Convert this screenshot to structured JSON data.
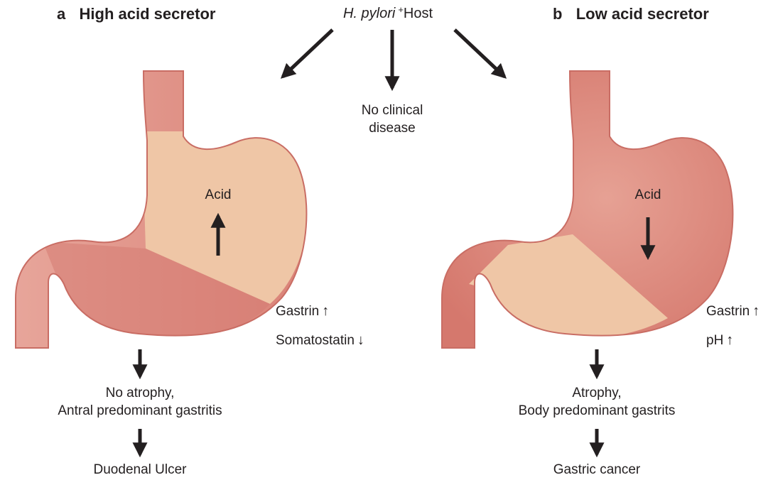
{
  "header": {
    "panel_a_letter": "a",
    "panel_a_title": "High acid secretor",
    "host_italic": "H. pylori",
    "host_sup": "+",
    "host_text": "Host",
    "panel_b_letter": "b",
    "panel_b_title": "Low acid secretor"
  },
  "center": {
    "line1": "No clinical",
    "line2": "disease"
  },
  "panel_a": {
    "acid_label": "Acid",
    "acid_direction": "up",
    "gastrin_label": "Gastrin",
    "gastrin_direction": "up",
    "somatostatin_label": "Somatostatin",
    "somatostatin_direction": "down",
    "outcome1_line1": "No atrophy,",
    "outcome1_line2": "Antral predominant gastritis",
    "outcome2": "Duodenal Ulcer"
  },
  "panel_b": {
    "acid_label": "Acid",
    "acid_direction": "down",
    "gastrin_label": "Gastrin",
    "gastrin_direction": "up",
    "ph_label": "pH",
    "ph_direction": "up",
    "outcome1_line1": "Atrophy,",
    "outcome1_line2": "Body predominant gastrits",
    "outcome2": "Gastric cancer"
  },
  "colors": {
    "stomach_dark": "#d9837a",
    "stomach_mid": "#e3988f",
    "stomach_light": "#efc7a8",
    "outline": "#c86f66",
    "arrow": "#231f20"
  }
}
